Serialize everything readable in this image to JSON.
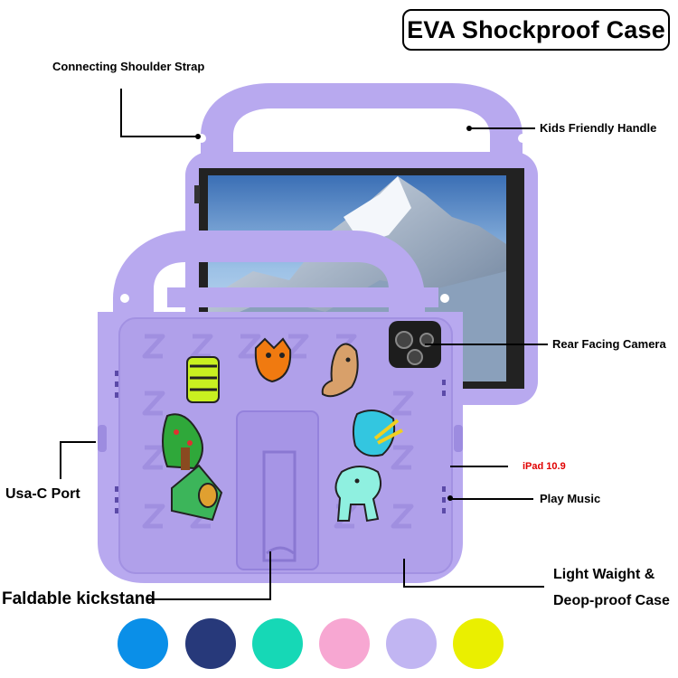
{
  "title": "EVA Shockproof Case",
  "callouts": {
    "shoulder_strap": "Connecting Shoulder Strap",
    "handle": "Kids Friendly Handle",
    "camera": "Rear Facing Camera",
    "model": "iPad 10.9",
    "usb": "Usa-C Port",
    "music": "Play Music",
    "kickstand": "Faldable kickstand",
    "weight_line1": "Light Waight &",
    "weight_line2": "Deop-proof Case"
  },
  "colors": {
    "case": "#b8a9ef",
    "case_dark": "#9d8ce0",
    "model_label": "#e00000"
  },
  "color_options": [
    {
      "name": "blue",
      "hex": "#0a8fe8"
    },
    {
      "name": "navy",
      "hex": "#27397a"
    },
    {
      "name": "turquoise",
      "hex": "#16d8b6"
    },
    {
      "name": "pink",
      "hex": "#f7a7d2"
    },
    {
      "name": "lavender",
      "hex": "#c1b5f2"
    },
    {
      "name": "yellow",
      "hex": "#eaef00"
    }
  ]
}
